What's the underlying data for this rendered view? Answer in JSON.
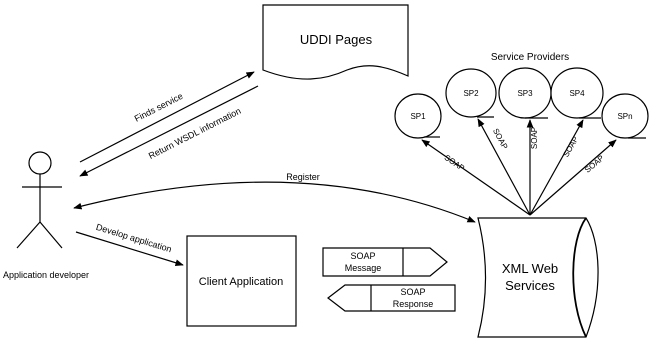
{
  "uddi": {
    "label": "UDDI Pages"
  },
  "providers": {
    "title": "Service Providers",
    "items": [
      {
        "label": "SP1",
        "link": "SOAP"
      },
      {
        "label": "SP2",
        "link": "SOAP"
      },
      {
        "label": "SP3",
        "link": "SOAP"
      },
      {
        "label": "SP4",
        "link": "SOAP"
      },
      {
        "label": "SPn",
        "link": "SOAP"
      }
    ]
  },
  "developer": {
    "label": "Application developer"
  },
  "arrows": {
    "finds": "Finds service",
    "returns": "Return WSDL information",
    "register": "Register",
    "develop": "Develop application"
  },
  "client": {
    "label": "Client Application"
  },
  "xml": {
    "line1": "XML Web",
    "line2": "Services"
  },
  "soap_message": {
    "line1": "SOAP",
    "line2": "Message"
  },
  "soap_response": {
    "line1": "SOAP",
    "line2": "Response"
  }
}
